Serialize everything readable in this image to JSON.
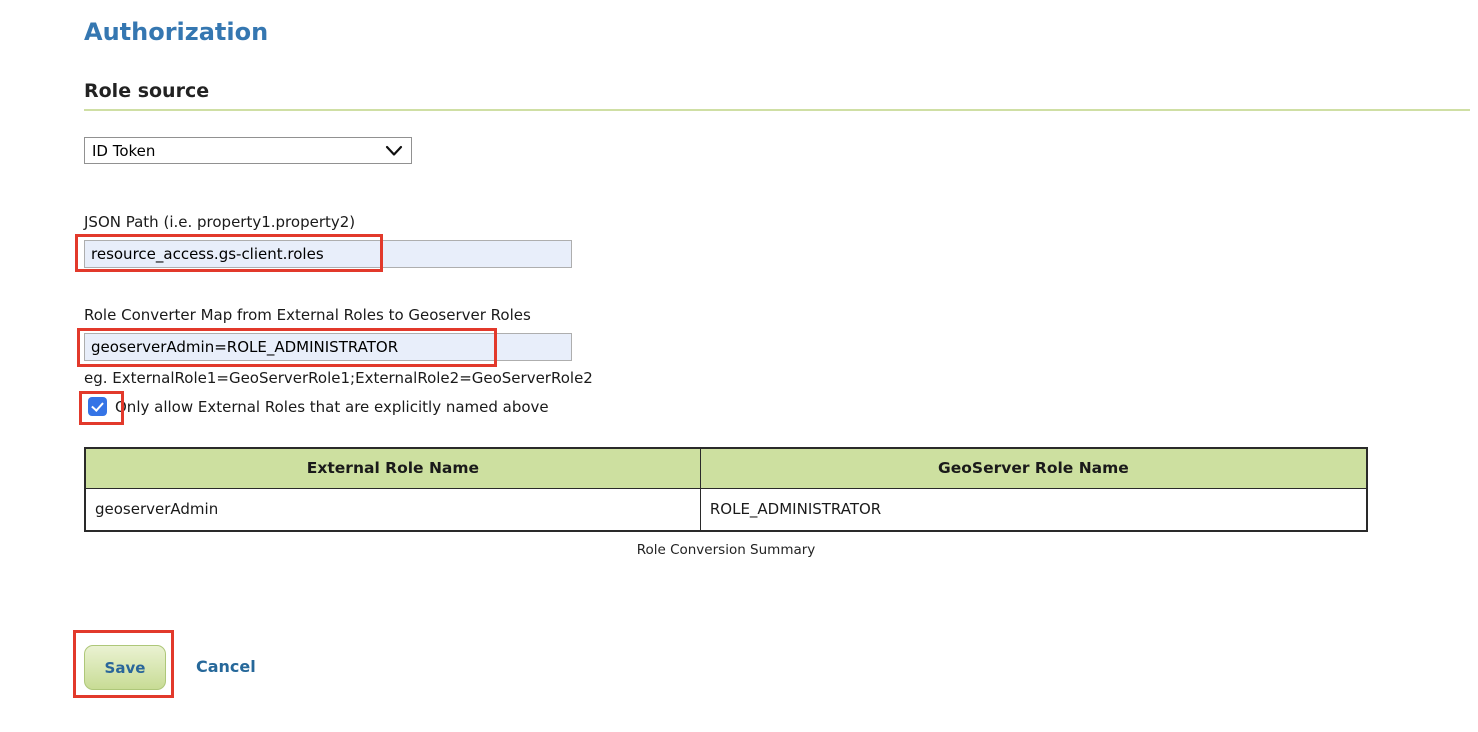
{
  "page": {
    "title": "Authorization",
    "section_heading": "Role source"
  },
  "role_source_select": {
    "selected": "ID Token"
  },
  "json_path_field": {
    "label": "JSON Path (i.e. property1.property2)",
    "value": "resource_access.gs-client.roles"
  },
  "role_converter_field": {
    "label": "Role Converter Map from External Roles to Geoserver Roles",
    "value": "geoserverAdmin=ROLE_ADMINISTRATOR",
    "hint": "eg. ExternalRole1=GeoServerRole1;ExternalRole2=GeoServerRole2"
  },
  "only_allow_checkbox": {
    "label": "Only allow External Roles that are explicitly named above",
    "checked": true
  },
  "role_table": {
    "headers": [
      "External Role Name",
      "GeoServer Role Name"
    ],
    "rows": [
      [
        "geoserverAdmin",
        "ROLE_ADMINISTRATOR"
      ]
    ],
    "caption": "Role Conversion Summary"
  },
  "actions": {
    "save_label": "Save",
    "cancel_label": "Cancel"
  },
  "colors": {
    "title_blue": "#3577b1",
    "link_blue": "#26689a",
    "table_header_green": "#cde0a0",
    "input_background": "#e8eefa",
    "checkbox_blue": "#3574e6",
    "annotation_red": "#e2392b",
    "section_rule_green": "#cfdfa4"
  }
}
